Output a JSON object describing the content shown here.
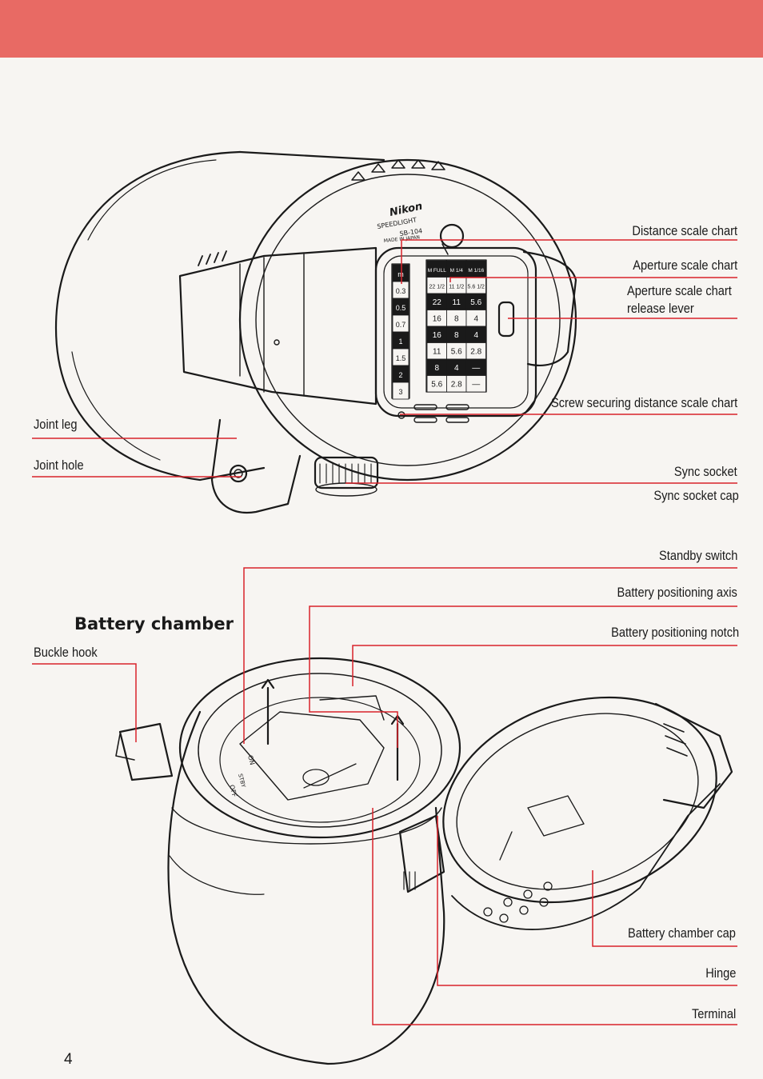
{
  "colors": {
    "accent": "#e86a64",
    "leader": "#d9232b"
  },
  "page_number": "4",
  "section_heading": "Battery chamber",
  "unit_marks": {
    "brand": "Nikon",
    "model_line1": "SPEEDLIGHT",
    "model_line2": "SB-104",
    "origin": "MADE IN JAPAN",
    "switch_on": "ON",
    "switch_stby": "STBY",
    "switch_off": "OFF"
  },
  "aperture_chart": {
    "headers": [
      "M FULL",
      "M 1/4",
      "M 1/16"
    ],
    "rows": [
      [
        "22 1/2",
        "11 1/2",
        "5.6 1/2"
      ],
      [
        "22",
        "11",
        "5.6"
      ],
      [
        "16",
        "8",
        "4"
      ],
      [
        "16",
        "8",
        "4"
      ],
      [
        "11",
        "5.6",
        "2.8"
      ],
      [
        "8",
        "4",
        "—"
      ],
      [
        "5.6",
        "2.8",
        "—"
      ]
    ],
    "distances": [
      "m",
      "0.3",
      "0.5",
      "0.7",
      "1",
      "1.5",
      "2",
      "3"
    ]
  },
  "labels": {
    "distance_scale_chart": "Distance scale chart",
    "aperture_scale_chart": "Aperture scale chart",
    "aperture_release_1": "Aperture scale chart",
    "aperture_release_2": "release lever",
    "screw_securing": "Screw securing distance scale chart",
    "joint_leg": "Joint leg",
    "joint_hole": "Joint hole",
    "sync_socket": "Sync socket",
    "sync_socket_cap": "Sync socket cap",
    "standby_switch": "Standby switch",
    "battery_positioning_axis": "Battery positioning axis",
    "battery_positioning_notch": "Battery positioning notch",
    "buckle_hook": "Buckle hook",
    "battery_chamber_cap": "Battery chamber cap",
    "hinge": "Hinge",
    "terminal": "Terminal"
  }
}
